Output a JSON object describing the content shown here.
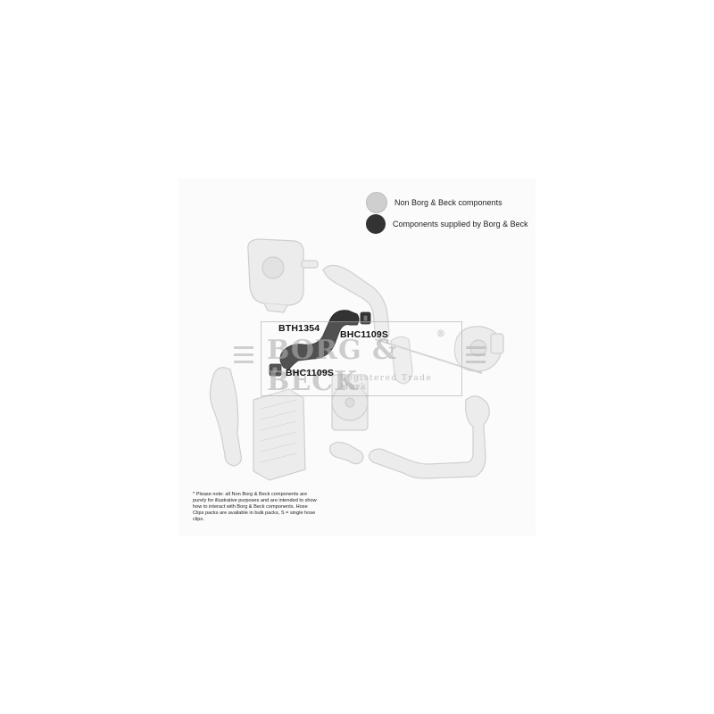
{
  "legend": {
    "non_supplied": {
      "label": "Non Borg & Beck components",
      "color": "#cfcfcf"
    },
    "supplied": {
      "label": "Components supplied by Borg & Beck",
      "color": "#333333"
    }
  },
  "parts": {
    "hose_label": "BTH1354",
    "clip_upper_label": "BHC1109S",
    "clip_lower_label": "BHC1109S"
  },
  "watermark": {
    "brand": "BORG & BECK",
    "registered_mark": "®",
    "tagline": "Registered Trade Mark"
  },
  "note": "* Please note: all Non Borg & Beck components are purely for illustrative purposes and are intended to show how to interact with Borg & Beck components. Hose Clips packs are available in bulk packs, S = single hose clips."
}
